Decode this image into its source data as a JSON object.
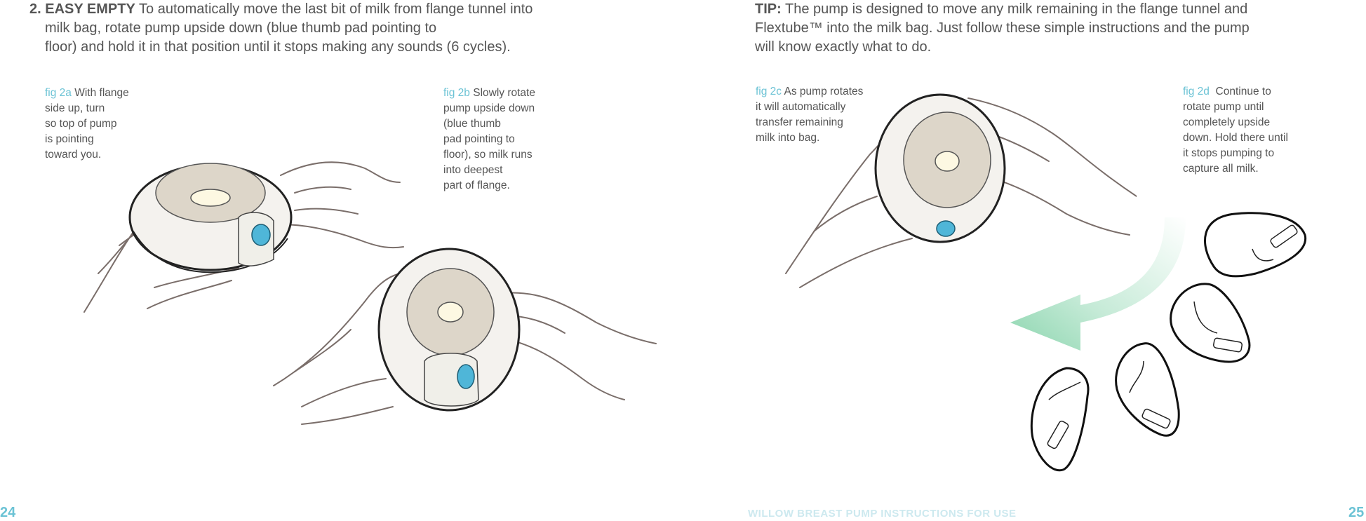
{
  "step": {
    "number": "2.",
    "heading": "EASY EMPTY",
    "line1": "To automatically move the last bit of milk from flange tunnel into",
    "line2": "milk bag, rotate pump  upside down (blue thumb pad pointing to",
    "line3": "floor) and hold it in that position until it stops making any sounds (6 cycles)."
  },
  "tip": {
    "heading": "TIP:",
    "line1": "The pump is designed to move any milk remaining in the flange tunnel and",
    "line2": "Flextube™ into the milk bag. Just follow these simple instructions and the pump",
    "line3": "will know exactly what to do."
  },
  "figures": {
    "fig2a": {
      "label": "fig 2a",
      "lines": [
        "With flange",
        "side up, turn",
        "so top of pump",
        "is pointing",
        "toward you."
      ]
    },
    "fig2b": {
      "label": "fig 2b",
      "lines": [
        "Slowly rotate",
        "pump upside down",
        "(blue thumb",
        "pad pointing to",
        "floor), so milk runs",
        "into deepest",
        "part of flange."
      ]
    },
    "fig2c": {
      "label": "fig 2c",
      "lines": [
        "As pump rotates",
        "it will automatically",
        "transfer remaining",
        "milk into bag."
      ]
    },
    "fig2d": {
      "label": "fig 2d",
      "lines": [
        "Continue to",
        "rotate pump until",
        "completely upside",
        "down. Hold there until",
        "it stops pumping to",
        "capture all milk."
      ]
    }
  },
  "footer": {
    "page_left": "24",
    "page_right": "25",
    "title": "WILLOW BREAST PUMP INSTRUCTIONS FOR USE"
  },
  "colors": {
    "accent": "#6cc3d5",
    "thumb_pad": "#4fb6d8",
    "arrow": "#7fd1a6",
    "flange": "#ddd6c9"
  }
}
